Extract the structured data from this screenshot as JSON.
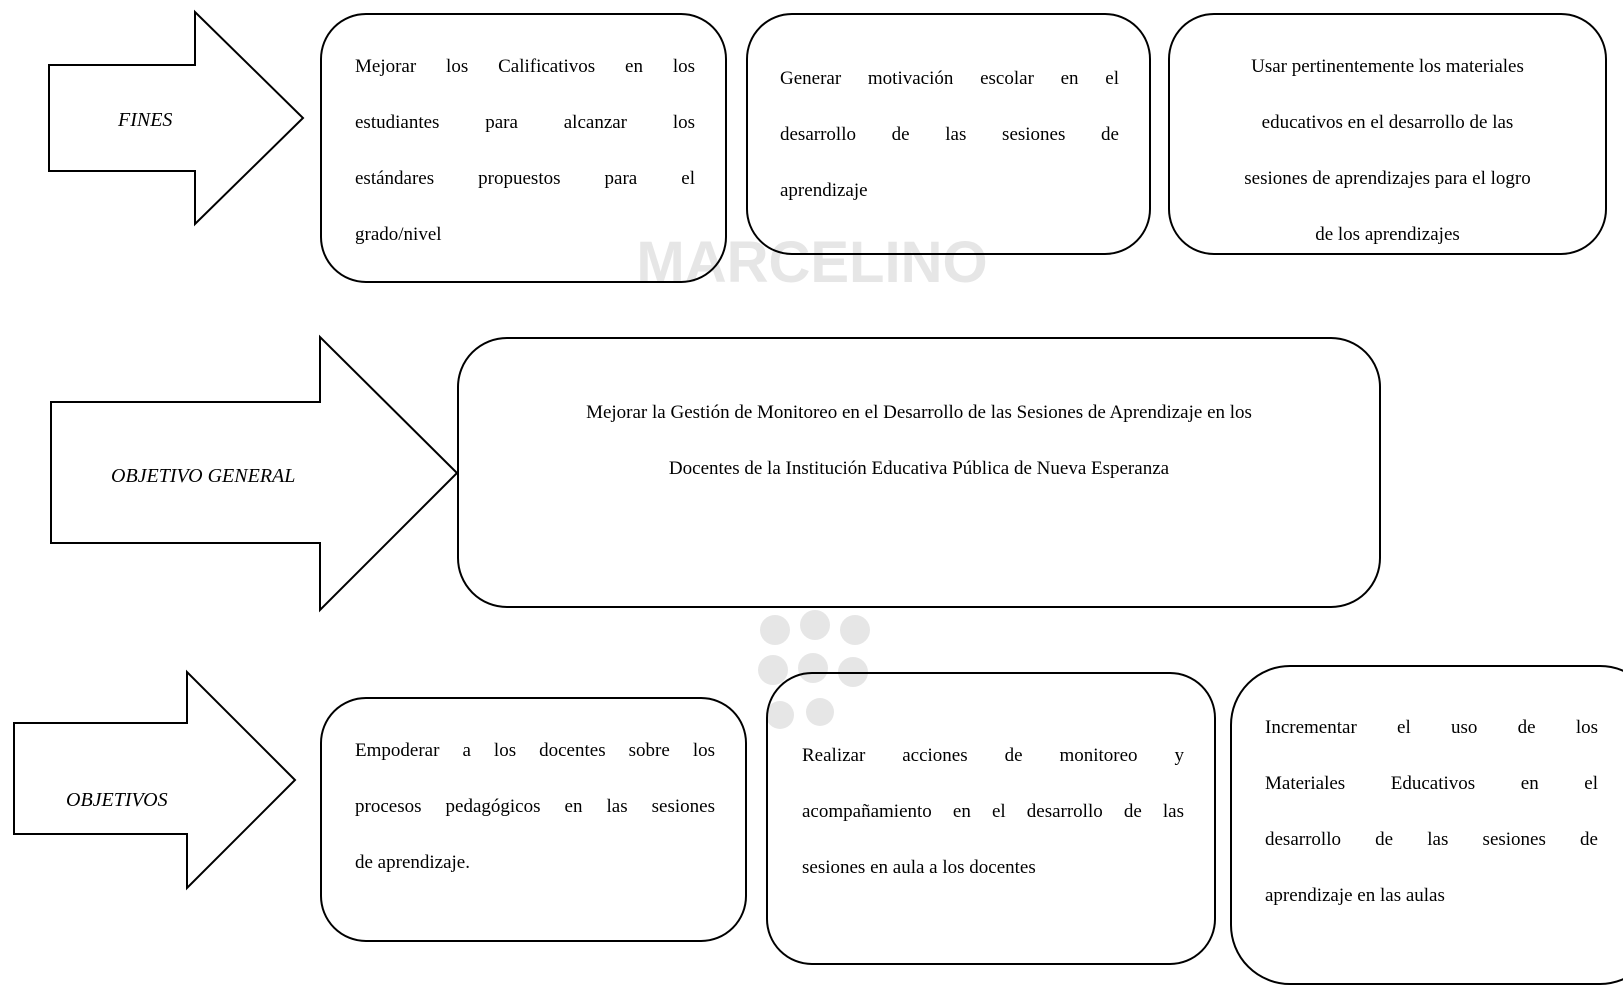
{
  "fines": {
    "label": "FINES",
    "boxes": [
      [
        "Mejorar los Calificativos en los",
        "estudiantes para alcanzar los",
        "estándares propuestos para el",
        "grado/nivel"
      ],
      [
        "Generar motivación escolar en el",
        "desarrollo de las sesiones de",
        "aprendizaje"
      ],
      [
        "Usar pertinentemente los materiales",
        "educativos en el desarrollo de las",
        "sesiones de aprendizajes para el logro",
        "de los aprendizajes"
      ]
    ]
  },
  "objetivo_general": {
    "label": "OBJETIVO GENERAL",
    "lines": [
      "Mejorar  la Gestión de Monitoreo en el Desarrollo de las Sesiones de Aprendizaje en los",
      "Docentes de la Institución Educativa Pública de Nueva Esperanza"
    ]
  },
  "objetivos": {
    "label": "OBJETIVOS",
    "boxes": [
      [
        "Empoderar a los docentes sobre los",
        "procesos pedagógicos en las sesiones",
        "de aprendizaje."
      ],
      [
        "Realizar acciones de monitoreo y",
        "acompañamiento en el desarrollo de las",
        "sesiones en aula a los docentes"
      ],
      [
        "Incrementar el uso de los",
        "Materiales Educativos en el",
        "desarrollo de las sesiones de",
        "aprendizaje en las aulas"
      ]
    ]
  },
  "watermark": {
    "top_text": "MARCELINO",
    "color": "#e3e3e3"
  }
}
